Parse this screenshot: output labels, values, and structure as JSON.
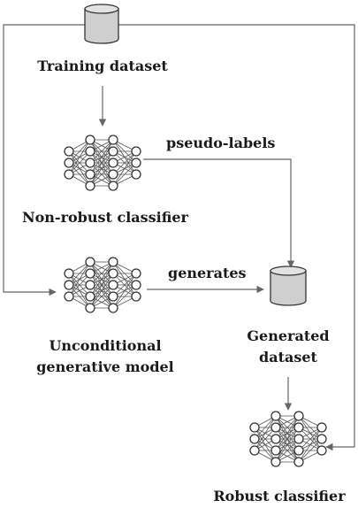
{
  "labels": {
    "training_dataset": "Training dataset",
    "nonrobust_classifier": "Non-robust classifier",
    "pseudo_labels": "pseudo-labels",
    "generates": "generates",
    "unconditional_line1": "Unconditional",
    "unconditional_line2": "generative model",
    "generated_line1": "Generated",
    "generated_line2": "dataset",
    "robust_classifier": "Robust classifier"
  },
  "colors": {
    "cylinder_fill": "#cfcfcf",
    "arrow": "#666666",
    "node_stroke": "#333333"
  },
  "icons": [
    "database-icon",
    "neural-network-icon"
  ]
}
